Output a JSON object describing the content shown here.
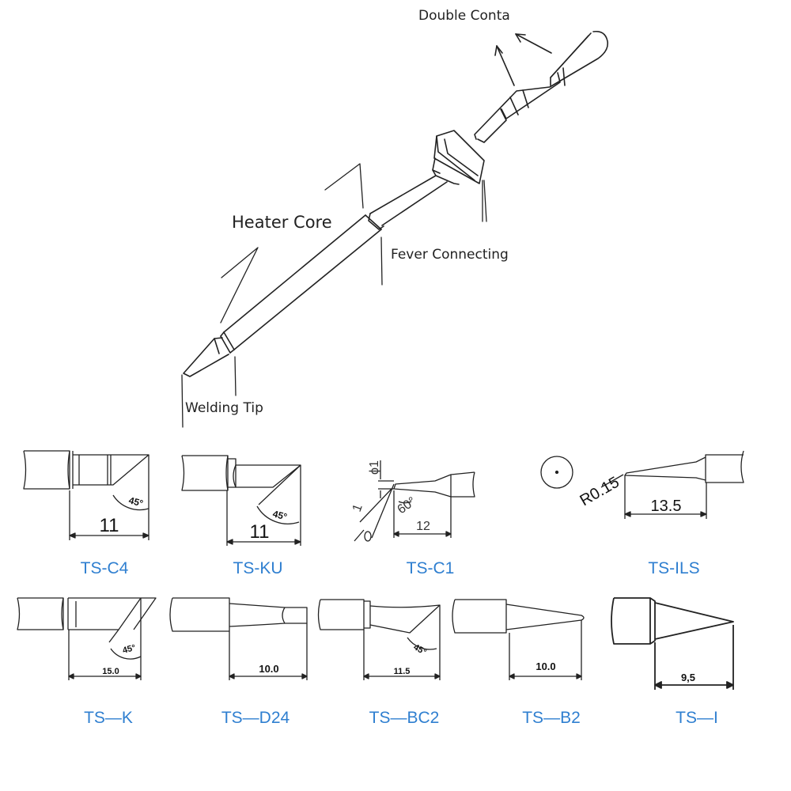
{
  "overview": {
    "labels": {
      "double_contact": "Double Conta",
      "heater_core": "Heater Core",
      "fever_connecting": "Fever Connecting",
      "welding_tip": "Welding Tip"
    }
  },
  "tips": [
    {
      "name": "TS-C4",
      "dimension": "11",
      "angle": "45°"
    },
    {
      "name": "TS-KU",
      "dimension": "11",
      "angle": "45°"
    },
    {
      "name": "TS-C1",
      "dimension": "12",
      "angle": "60°",
      "diameter": "ϕ1",
      "flat": "1"
    },
    {
      "name": "TS-ILS",
      "dimension": "13.5",
      "radius": "R0.15"
    },
    {
      "name": "TS—K",
      "dimension": "15.0",
      "angle": "45°"
    },
    {
      "name": "TS—D24",
      "dimension": "10.0"
    },
    {
      "name": "TS—BC2",
      "dimension": "11.5",
      "angle": "45°"
    },
    {
      "name": "TS—B2",
      "dimension": "10.0"
    },
    {
      "name": "TS—I",
      "dimension": "9,5"
    }
  ],
  "colors": {
    "tip_name": "#2f7fd0",
    "line": "#222222"
  }
}
